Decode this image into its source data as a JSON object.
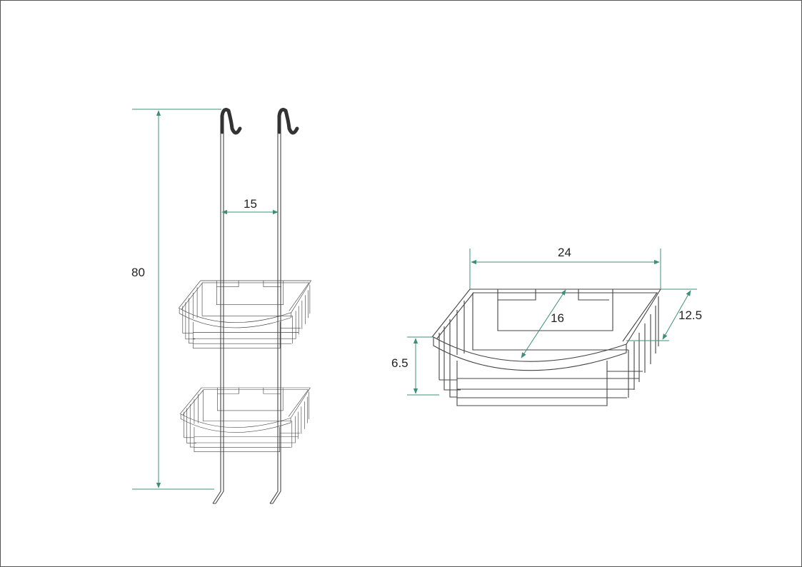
{
  "dimensions": {
    "height_total": "80",
    "rod_spacing": "15",
    "basket_width": "24",
    "basket_height": "6.5",
    "basket_diagonal": "16",
    "basket_side": "12.5"
  },
  "colors": {
    "dimension_line": "#3f8f78",
    "drawing_line": "#444444",
    "hook": "#333333",
    "frame": "#555555"
  }
}
